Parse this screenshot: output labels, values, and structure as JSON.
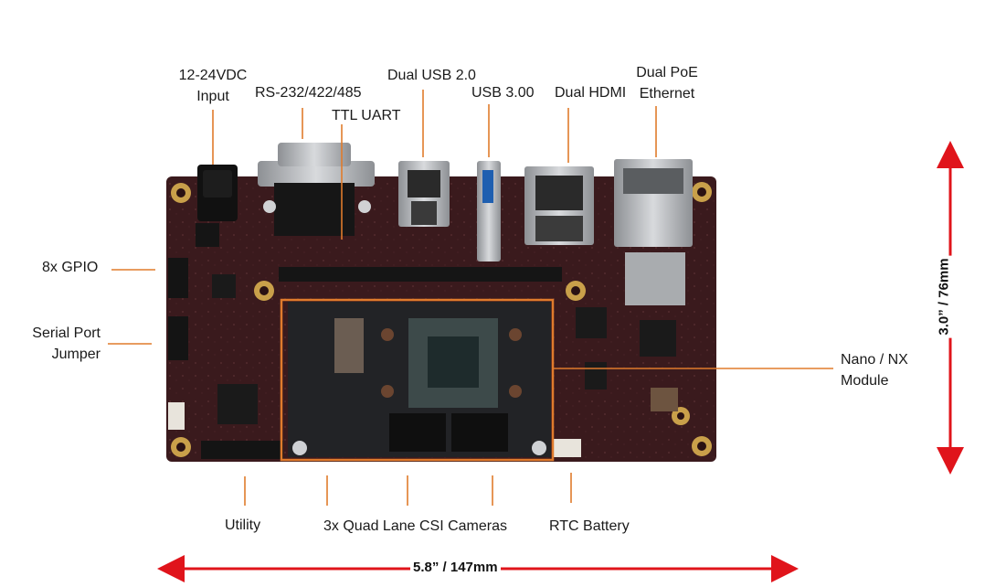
{
  "callouts": {
    "power_input": [
      "12-24VDC",
      "Input"
    ],
    "serial_rs": "RS-232/422/485",
    "ttl_uart": "TTL UART",
    "dual_usb2": "Dual USB 2.0",
    "usb3": "USB 3.00",
    "dual_hdmi": "Dual HDMI",
    "dual_poe": [
      "Dual PoE",
      "Ethernet"
    ],
    "gpio": "8x GPIO",
    "serial_jumper": [
      "Serial Port",
      "Jumper"
    ],
    "nano_module": [
      "Nano / NX",
      "Module"
    ],
    "utility": "Utility",
    "csi_cameras": "3x Quad Lane CSI Cameras",
    "rtc_battery": "RTC Battery"
  },
  "dimensions": {
    "width": "5.8” / 147mm",
    "height": "3.0” / 76mm"
  },
  "colors": {
    "leader": "#e07b2c",
    "module_box": "#e07b2c",
    "dimension_arrow": "#e0141b",
    "pcb": "#3a1a1d",
    "pcb_dark": "#1e0f11",
    "hole_gold": "#c9a04a",
    "metal": "#b9bcc0",
    "module": "#202124"
  }
}
